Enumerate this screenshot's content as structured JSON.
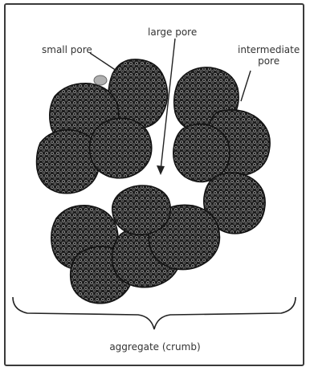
{
  "labels": {
    "small_pore": "small pore",
    "large_pore": "large pore",
    "intermediate_pore_line1": "intermediate",
    "intermediate_pore_line2": "pore",
    "aggregate": "aggregate (crumb)"
  },
  "colors": {
    "crumb_fill": "#1e1e1e",
    "crumb_texture": "#8a8a8a",
    "small_particle": "#b0b0b0",
    "border": "#3a3a3a",
    "text": "#333333"
  },
  "icons": [
    "crumb-cluster-icon",
    "curly-brace-icon",
    "arrow-icon"
  ]
}
